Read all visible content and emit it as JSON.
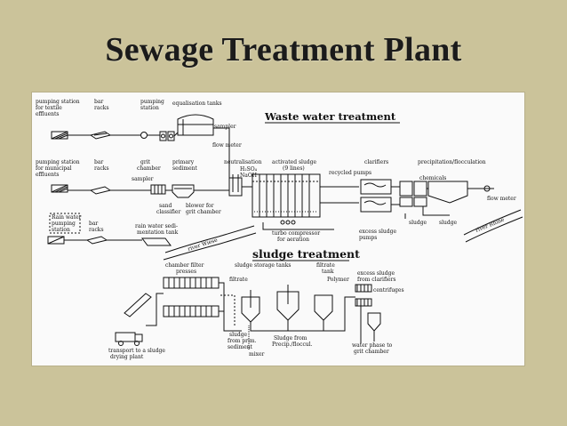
{
  "slide": {
    "title": "Sewage Treatment Plant"
  },
  "diagram": {
    "headers": {
      "waste_water": "Waste water treatment",
      "sludge": "sludge treatment"
    },
    "labels": {
      "ps_textile_1": "pumping station",
      "ps_textile_2": "for textile",
      "ps_textile_3": "effluents",
      "bar_racks_1a": "bar",
      "bar_racks_1b": "racks",
      "pumping_station_2": "pumping",
      "pumping_station_3": "station",
      "equalisation_tanks": "equalisation tanks",
      "sampler_1": "sampler",
      "flow_meter": "flow meter",
      "ps_muni_1": "pumping station",
      "ps_muni_2": "for municipal",
      "ps_muni_3": "effluents",
      "bar_racks_2a": "bar",
      "bar_racks_2b": "racks",
      "grit_1": "grit",
      "grit_2": "chamber",
      "sampler_2": "sampler",
      "primary_1": "primary",
      "primary_2": "sediment",
      "neutralisation": "neutralisation",
      "h2so4": "H₂SO₄",
      "naoh": "NaOH",
      "activated_1": "activated sludge",
      "activated_2": "(9 lines)",
      "recycled_pumps": "recycled pumps",
      "clarifiers": "clarifiers",
      "precip": "precipitation/flocculation",
      "chemicals": "chemicals",
      "flow_meter_2": "flow meter",
      "sand_1": "sand",
      "sand_2": "classifier",
      "blower_1": "blower for",
      "blower_2": "grit chamber",
      "rain_1": "Rain water",
      "rain_2": "pumping",
      "rain_3": "station",
      "bar_racks_3a": "bar",
      "bar_racks_3b": "racks",
      "rain_sed_1": "rain water sedi-",
      "rain_sed_2": "mentation tank",
      "turbo_1": "turbo compressor",
      "turbo_2": "for aeration",
      "sludge_1": "sludge",
      "excess_1": "excess sludge",
      "excess_2": "pumps",
      "sludge_2": "sludge",
      "river_1": "river Wiese",
      "river_2": "river Rhine",
      "chamber_1": "chamber filter",
      "chamber_2": "presses",
      "storage": "sludge storage tanks",
      "filtrate_tank_1": "filtrate",
      "filtrate_tank_2": "tank",
      "filtrate": "filtrate",
      "polymer": "Polymer",
      "excess_from_1": "excess sludge",
      "excess_from_2": "from clarifiers",
      "centrifuges": "centrifuges",
      "sludge_prim_1": "sludge",
      "sludge_prim_2": "from prim.",
      "sludge_prim_3": "sediment",
      "sludge_precip_1": "Sludge from",
      "sludge_precip_2": "Precip./floccul.",
      "mixer": "mixer",
      "water_1": "water phase to",
      "water_2": "grit chamber",
      "transport_1": "transport to a sludge",
      "transport_2": "drying plant"
    }
  }
}
